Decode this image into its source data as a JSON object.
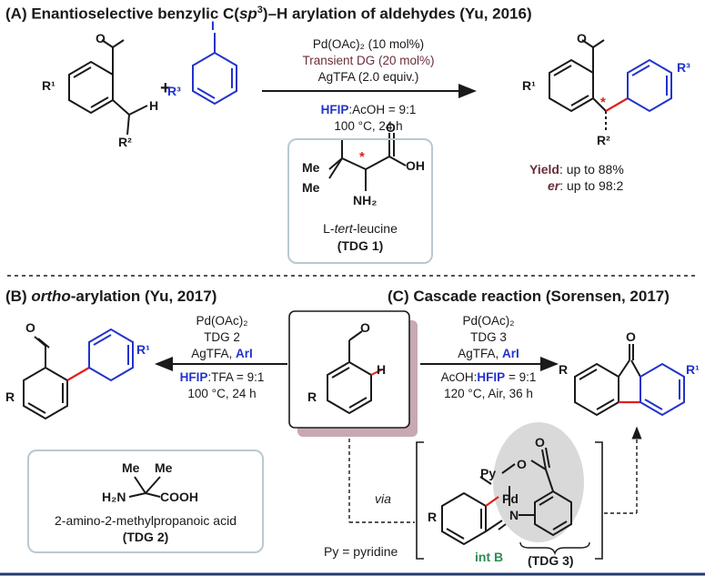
{
  "sectionA": {
    "title_prefix": "(A) Enantioselective benzylic C(",
    "title_sp": "sp",
    "title_sup": "3",
    "title_suffix": ")–H arylation of aldehydes (Yu, 2016)",
    "reagent_r1": "R¹",
    "reagent_r2": "R²",
    "reagent_h": "H",
    "reagent_o": "O",
    "plus": "+",
    "aryl_r3": "R³",
    "aryl_i": "I",
    "cond_line1": "Pd(OAc)₂ (10 mol%)",
    "cond_line2": "Transient DG (20 mol%)",
    "cond_line3": "AgTFA (2.0 equiv.)",
    "cond_line4_bold": "HFIP",
    "cond_line4_rest": ":AcOH = 9:1",
    "cond_line5": "100 °C, 24 h",
    "tdg_me1": "Me",
    "tdg_me2": "Me",
    "tdg_nh2": "NH₂",
    "tdg_oh": "OH",
    "tdg_o": "O",
    "tdg_star": "*",
    "tdg_name_pre": "L-",
    "tdg_name_it": "tert",
    "tdg_name_post": "-leucine",
    "tdg_label": "(TDG 1)",
    "prod_r1": "R¹",
    "prod_r2": "R²",
    "prod_r3": "R³",
    "prod_o": "O",
    "prod_star": "*",
    "yield_label": "Yield",
    "yield_value": ": up to 88%",
    "er_label": "er",
    "er_value": ": up to 98:2"
  },
  "sectionB": {
    "title_prefix": "(B) ",
    "title_it": "ortho",
    "title_suffix": "-arylation (Yu, 2017)",
    "cond_line1": "Pd(OAc)₂",
    "cond_line2": "TDG 2",
    "cond_line3_pre": "AgTFA, ",
    "cond_line3_blue": "ArI",
    "cond_line4_bold": "HFIP",
    "cond_line4_rest": ":TFA = 9:1",
    "cond_line5": "100 °C, 24 h",
    "prod_r": "R",
    "prod_r1": "R¹",
    "prod_o": "O",
    "tdg_me1": "Me",
    "tdg_me2": "Me",
    "tdg_h2n": "H₂N",
    "tdg_cooh": "COOH",
    "tdg_name": "2-amino-2-methylpropanoic acid",
    "tdg_label": "(TDG 2)"
  },
  "sectionC": {
    "title": "(C) Cascade reaction (Sorensen, 2017)",
    "cond_line1": "Pd(OAc)₂",
    "cond_line2": "TDG 3",
    "cond_line3_pre": "AgTFA, ",
    "cond_line3_blue": "ArI",
    "cond_line4_pre": "AcOH:",
    "cond_line4_bold": "HFIP",
    "cond_line4_rest": " = 9:1",
    "cond_line5": "120 °C, Air, 36 h",
    "prod_r": "R",
    "prod_r1": "R¹",
    "prod_o": "O",
    "via": "via",
    "int_py": "Py",
    "int_pd": "Pd",
    "int_o": "O",
    "int_o2": "O",
    "int_n": "N",
    "int_r": "R",
    "int_label": "int B",
    "int_tdg": "(TDG 3)",
    "py_def": "Py = pyridine"
  },
  "center": {
    "r": "R",
    "h": "H",
    "o": "O"
  }
}
